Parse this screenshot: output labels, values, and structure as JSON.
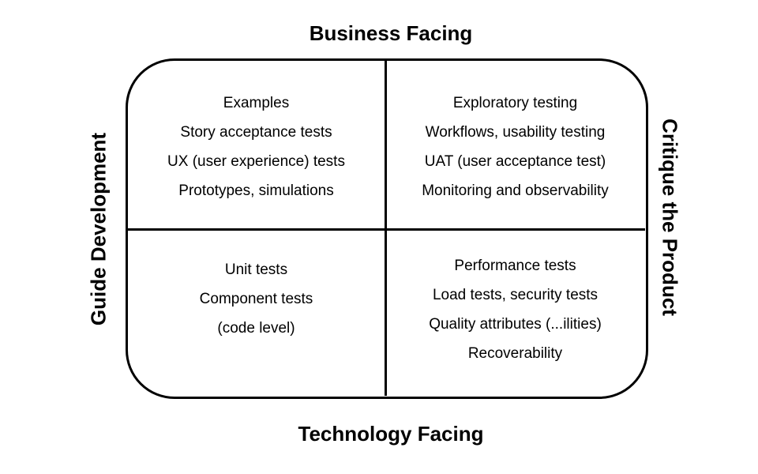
{
  "axes": {
    "top": "Business Facing",
    "bottom": "Technology Facing",
    "left": "Guide Development",
    "right": "Critique the Product"
  },
  "quadrants": {
    "top_left": [
      "Examples",
      "Story acceptance tests",
      "UX (user experience) tests",
      "Prototypes, simulations"
    ],
    "top_right": [
      "Exploratory testing",
      "Workflows, usability testing",
      "UAT (user acceptance test)",
      "Monitoring and observability"
    ],
    "bottom_left": [
      "Unit tests",
      "Component tests",
      "(code level)"
    ],
    "bottom_right": [
      "Performance tests",
      "Load tests, security tests",
      "Quality attributes (...ilities)",
      "Recoverability"
    ]
  }
}
